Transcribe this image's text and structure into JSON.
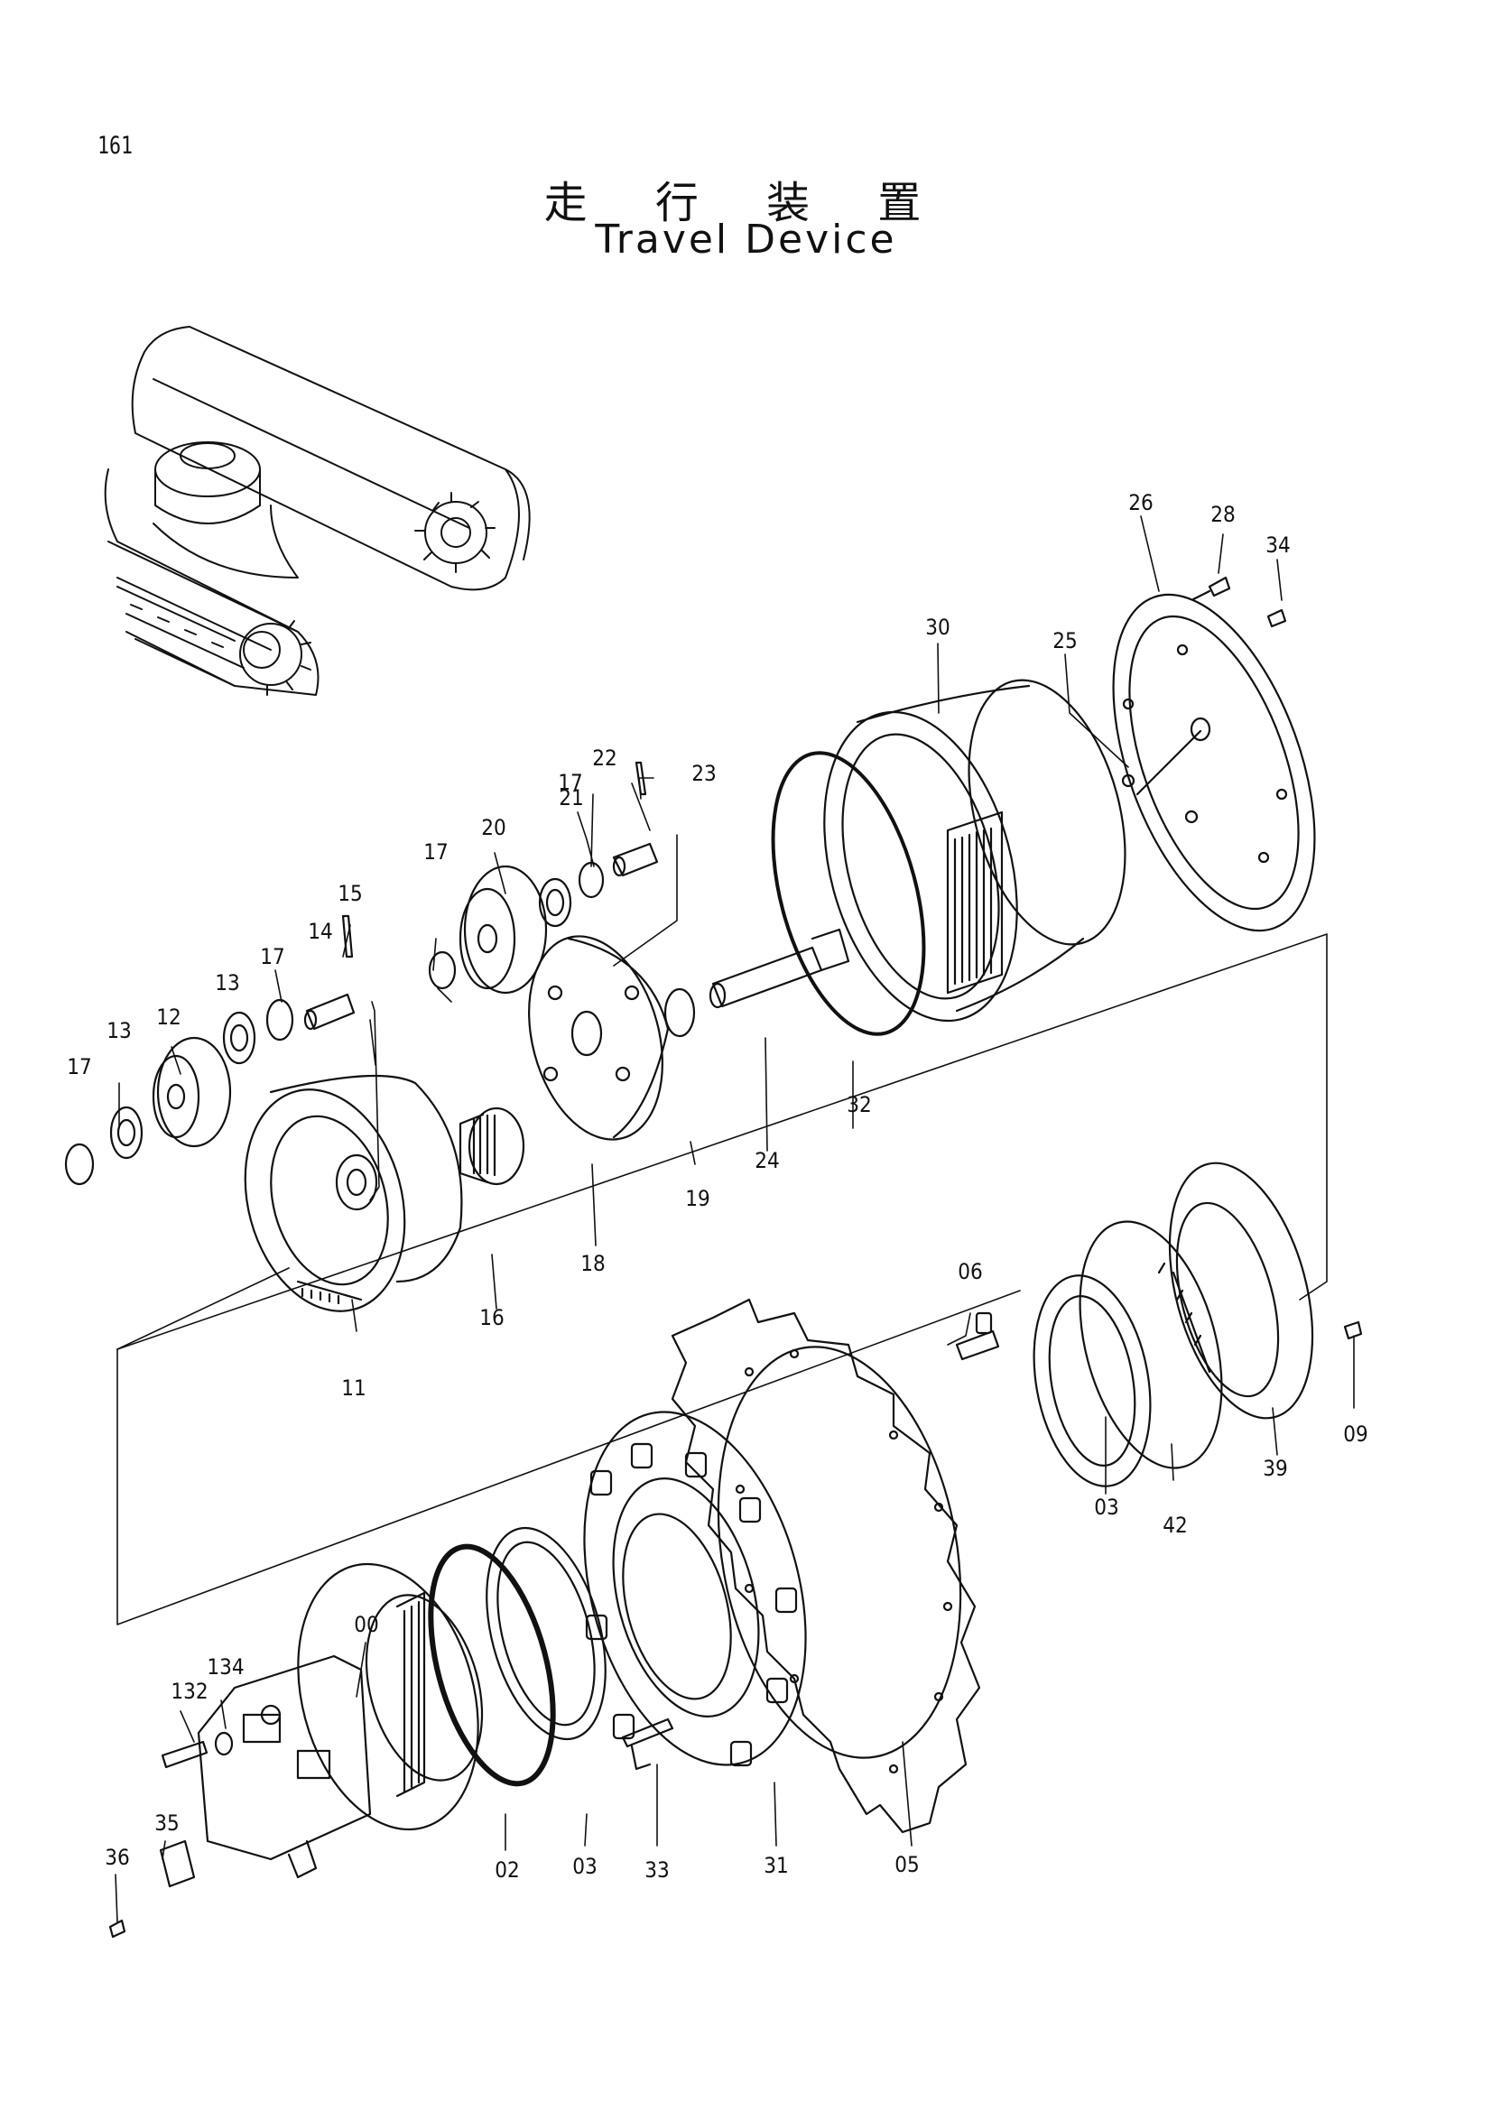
{
  "page": {
    "number": "161",
    "title_jp": "走 行 装 置",
    "title_en": "Travel Device"
  },
  "callouts": [
    {
      "id": "c26",
      "label": "26"
    },
    {
      "id": "c28",
      "label": "28"
    },
    {
      "id": "c34",
      "label": "34"
    },
    {
      "id": "c30",
      "label": "30"
    },
    {
      "id": "c25",
      "label": "25"
    },
    {
      "id": "c22",
      "label": "22"
    },
    {
      "id": "c23",
      "label": "23"
    },
    {
      "id": "c21",
      "label": "21"
    },
    {
      "id": "c17a",
      "label": "17"
    },
    {
      "id": "c20",
      "label": "20"
    },
    {
      "id": "c17b",
      "label": "17"
    },
    {
      "id": "c15",
      "label": "15"
    },
    {
      "id": "c14",
      "label": "14"
    },
    {
      "id": "c17c",
      "label": "17"
    },
    {
      "id": "c13a",
      "label": "13"
    },
    {
      "id": "c12",
      "label": "12"
    },
    {
      "id": "c13b",
      "label": "13"
    },
    {
      "id": "c17d",
      "label": "17"
    },
    {
      "id": "c32",
      "label": "32"
    },
    {
      "id": "c24",
      "label": "24"
    },
    {
      "id": "c19",
      "label": "19"
    },
    {
      "id": "c18",
      "label": "18"
    },
    {
      "id": "c16",
      "label": "16"
    },
    {
      "id": "c11",
      "label": "11"
    },
    {
      "id": "c06",
      "label": "06"
    },
    {
      "id": "c09",
      "label": "09"
    },
    {
      "id": "c39",
      "label": "39"
    },
    {
      "id": "c42",
      "label": "42"
    },
    {
      "id": "c03a",
      "label": "03"
    },
    {
      "id": "c00",
      "label": "00"
    },
    {
      "id": "c134",
      "label": "134"
    },
    {
      "id": "c132",
      "label": "132"
    },
    {
      "id": "c35",
      "label": "35"
    },
    {
      "id": "c36",
      "label": "36"
    },
    {
      "id": "c02",
      "label": "02"
    },
    {
      "id": "c03b",
      "label": "03"
    },
    {
      "id": "c33",
      "label": "33"
    },
    {
      "id": "c31",
      "label": "31"
    },
    {
      "id": "c05",
      "label": "05"
    }
  ]
}
